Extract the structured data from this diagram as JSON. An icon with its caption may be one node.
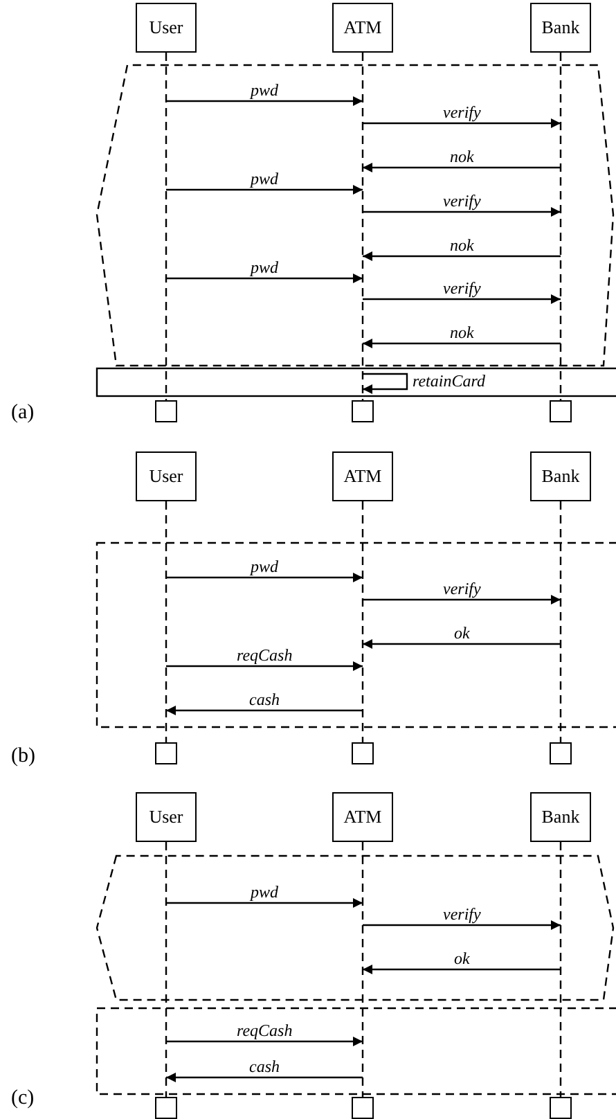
{
  "diagram": {
    "nodes": [
      {
        "text": [
          "User"
        ]
      },
      {
        "text": [
          "ATM"
        ]
      },
      {
        "text": [
          "Bank"
        ]
      },
      {
        "text": [],
        "shape": "box"
      },
      {
        "text": [],
        "shape": "box"
      },
      {
        "text": [],
        "shape": "box"
      },
      {
        "text": [
          "User"
        ]
      },
      {
        "text": [
          "ATM"
        ]
      },
      {
        "text": [
          "Bank"
        ]
      },
      {
        "text": [],
        "shape": "box"
      },
      {
        "text": [],
        "shape": "box"
      },
      {
        "text": [],
        "shape": "box"
      },
      {
        "text": [
          "User"
        ]
      },
      {
        "text": [
          "ATM"
        ]
      },
      {
        "text": [
          "Bank"
        ]
      },
      {
        "text": [],
        "shape": "box"
      },
      {
        "text": [],
        "shape": "box"
      },
      {
        "text": [],
        "shape": "box"
      }
    ],
    "edges": [
      {
        "from": 0,
        "to": 1,
        "arrow": "to",
        "label": "pwd"
      },
      {
        "from": 1,
        "to": 2,
        "arrow": "to",
        "label": "verify"
      },
      {
        "from": 2,
        "to": 1,
        "arrow": "to",
        "label": "nok"
      },
      {
        "from": 0,
        "to": 1,
        "arrow": "to",
        "label": "pwd"
      },
      {
        "from": 1,
        "to": 2,
        "arrow": "to",
        "label": "verify"
      },
      {
        "from": 2,
        "to": 1,
        "arrow": "to",
        "label": "nok"
      },
      {
        "from": 0,
        "to": 1,
        "arrow": "to",
        "label": "pwd"
      },
      {
        "from": 1,
        "to": 2,
        "arrow": "to",
        "label": "verify"
      },
      {
        "from": 2,
        "to": 1,
        "arrow": "to",
        "label": "nok"
      },
      {
        "from": 1,
        "to": 1,
        "arrow": "to",
        "label": "retainCard"
      },
      {
        "from": 6,
        "to": 7,
        "arrow": "to",
        "label": "pwd"
      },
      {
        "from": 7,
        "to": 8,
        "arrow": "to",
        "label": "verify"
      },
      {
        "from": 8,
        "to": 7,
        "arrow": "to",
        "label": "ok"
      },
      {
        "from": 6,
        "to": 7,
        "arrow": "to",
        "label": "reqCash"
      },
      {
        "from": 7,
        "to": 6,
        "arrow": "to",
        "label": "cash"
      },
      {
        "from": 12,
        "to": 13,
        "arrow": "to",
        "label": "pwd"
      },
      {
        "from": 13,
        "to": 14,
        "arrow": "to",
        "label": "verify"
      },
      {
        "from": 14,
        "to": 13,
        "arrow": "to",
        "label": "ok"
      },
      {
        "from": 12,
        "to": 13,
        "arrow": "to",
        "label": "reqCash"
      },
      {
        "from": 13,
        "to": 12,
        "arrow": "to",
        "label": "cash"
      }
    ],
    "labels": [
      "(a)",
      "(b)",
      "(c)"
    ]
  }
}
